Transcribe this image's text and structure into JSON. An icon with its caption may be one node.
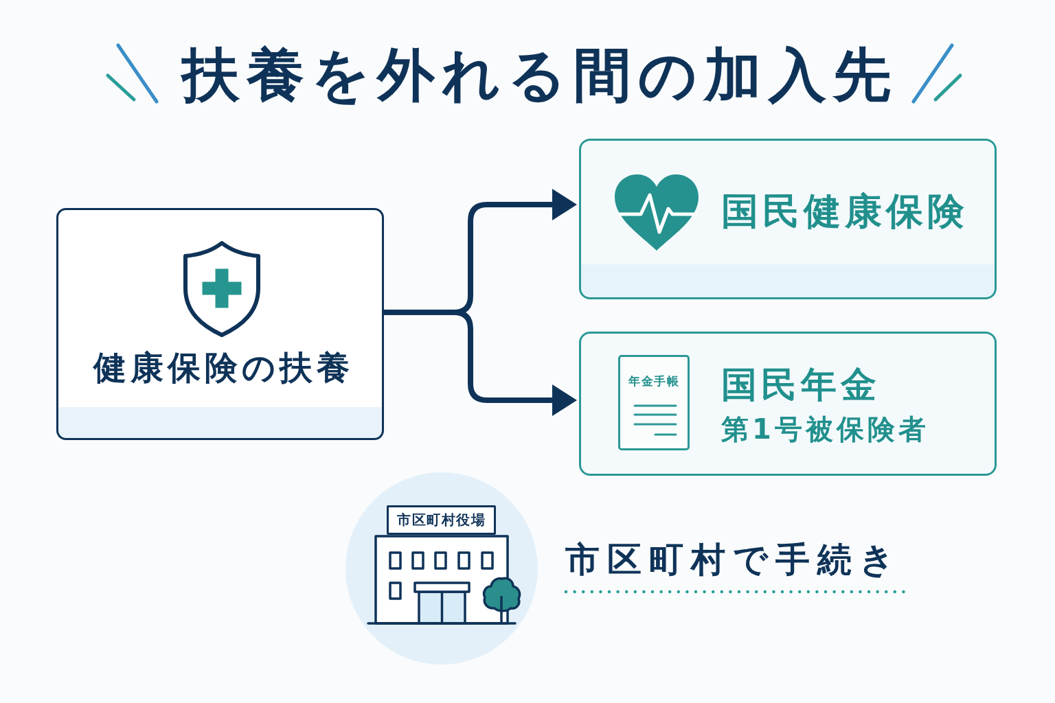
{
  "diagram": {
    "title": "扶養を外れる間の加入先",
    "nodes": [
      {
        "text": [
          "健康保険の扶養"
        ]
      },
      {
        "text": [
          "国民健康保険"
        ]
      },
      {
        "text": [
          "国民年金",
          "第1号被保険者"
        ]
      },
      {
        "text": [
          "年金手帳"
        ],
        "in": 2
      },
      {
        "text": [
          "市区町村役場"
        ],
        "beside": [
          "市区町村で手続き"
        ]
      }
    ],
    "edges": [
      {
        "from": 0,
        "to": 1,
        "arrow": "to"
      },
      {
        "from": 0,
        "to": 2,
        "arrow": "to"
      }
    ]
  }
}
